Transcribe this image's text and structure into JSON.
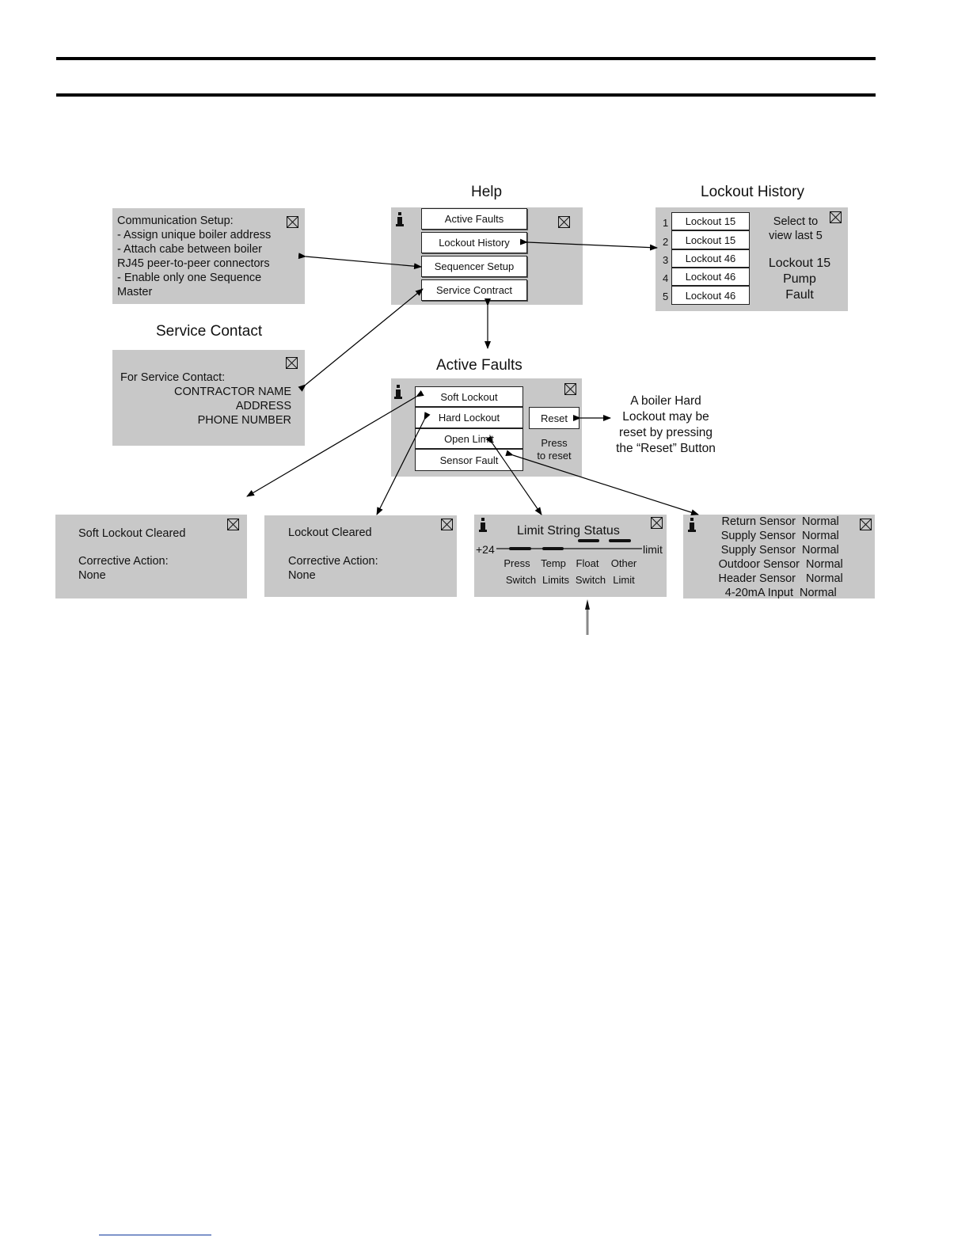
{
  "help": {
    "title": "Help",
    "buttons": [
      "Active Faults",
      "Lockout History",
      "Sequencer Setup",
      "Service Contract"
    ]
  },
  "lockout_history": {
    "title": "Lockout History",
    "numbers": [
      "1",
      "2",
      "3",
      "4",
      "5"
    ],
    "items": [
      "Lockout 15",
      "Lockout 15",
      "Lockout 46",
      "Lockout 46",
      "Lockout 46"
    ],
    "hint_line1": "Select to",
    "hint_line2": "view last 5",
    "detail_line1": "Lockout 15",
    "detail_line2": "Pump",
    "detail_line3": "Fault"
  },
  "communication_setup": {
    "lines": [
      "Communication Setup:",
      "- Assign unique boiler address",
      "- Attach cabe between boiler",
      "RJ45 peer-to-peer connectors",
      "- Enable only one Sequence",
      "Master"
    ]
  },
  "service_contact": {
    "title": "Service Contact",
    "label": "For Service Contact:",
    "name": "CONTRACTOR NAME",
    "address": "ADDRESS",
    "phone": "PHONE NUMBER"
  },
  "active_faults": {
    "title": "Active Faults",
    "buttons": [
      "Soft Lockout",
      "Hard Lockout",
      "Open Limit",
      "Sensor Fault"
    ],
    "reset_label": "Reset",
    "reset_hint_line1": "Press",
    "reset_hint_line2": "to reset"
  },
  "reset_note": {
    "lines": [
      "A boiler Hard",
      "Lockout may be",
      "reset by pressing",
      "the “Reset” Button"
    ]
  },
  "soft_lockout": {
    "title": "Soft Lockout Cleared",
    "action_label": "Corrective Action:",
    "action_value": "None"
  },
  "lockout_cleared": {
    "title": "Lockout Cleared",
    "action_label": "Corrective Action:",
    "action_value": "None"
  },
  "limit_string": {
    "title": "Limit String Status",
    "start_label": "+24",
    "end_label": "limit",
    "switches": [
      {
        "top": "Press",
        "bottom": "Switch"
      },
      {
        "top": "Temp",
        "bottom": "Limits"
      },
      {
        "top": "Float",
        "bottom": "Switch"
      },
      {
        "top": "Other",
        "bottom": "Limit"
      }
    ]
  },
  "sensors": {
    "rows": [
      {
        "name": "Return Sensor",
        "status": "Normal"
      },
      {
        "name": "Supply Sensor",
        "status": "Normal"
      },
      {
        "name": "Supply Sensor",
        "status": "Normal"
      },
      {
        "name": "Outdoor Sensor",
        "status": "Normal"
      },
      {
        "name": "Header Sensor",
        "status": "Normal"
      },
      {
        "name": "4-20mA Input",
        "status": "Normal"
      }
    ]
  },
  "colors": {
    "panel": "#c8c8c8",
    "button": "#ffffff",
    "line": "#000000"
  },
  "icons": [
    "close-icon",
    "info-icon",
    "arrow"
  ]
}
